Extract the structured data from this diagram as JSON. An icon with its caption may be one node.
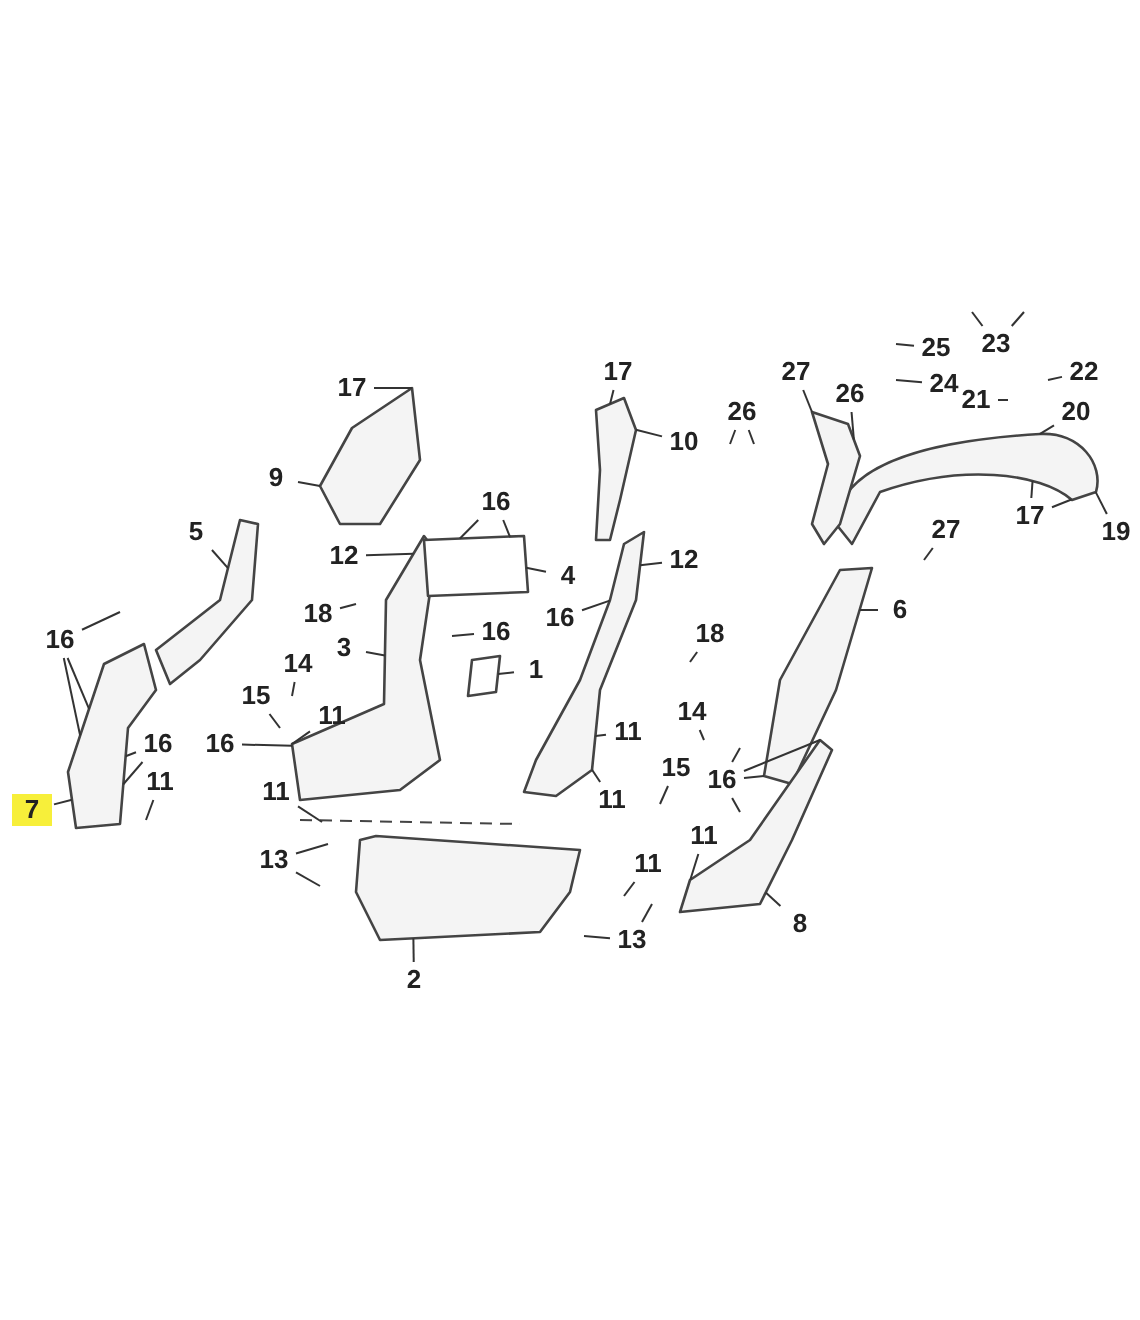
{
  "diagram": {
    "nodes": [
      {
        "text": [
          "17"
        ]
      },
      {
        "text": [
          "9"
        ]
      },
      {
        "text": [
          "17"
        ]
      },
      {
        "text": [
          "10"
        ]
      },
      {
        "text": [
          "26"
        ]
      },
      {
        "text": [
          "27"
        ]
      },
      {
        "text": [
          "25"
        ]
      },
      {
        "text": [
          "24"
        ]
      },
      {
        "text": [
          "23"
        ]
      },
      {
        "text": [
          "22"
        ]
      },
      {
        "text": [
          "21"
        ]
      },
      {
        "text": [
          "20"
        ]
      },
      {
        "text": [
          "26"
        ]
      },
      {
        "text": [
          "17"
        ]
      },
      {
        "text": [
          "19"
        ]
      },
      {
        "text": [
          "27"
        ]
      },
      {
        "text": [
          "16"
        ]
      },
      {
        "text": [
          "5"
        ]
      },
      {
        "text": [
          "12"
        ]
      },
      {
        "text": [
          "4"
        ]
      },
      {
        "text": [
          "12"
        ]
      },
      {
        "text": [
          "18"
        ]
      },
      {
        "text": [
          "3"
        ]
      },
      {
        "text": [
          "16"
        ]
      },
      {
        "text": [
          "16"
        ]
      },
      {
        "text": [
          "1"
        ]
      },
      {
        "text": [
          "6"
        ]
      },
      {
        "text": [
          "16"
        ]
      },
      {
        "text": [
          "18"
        ]
      },
      {
        "text": [
          "14"
        ]
      },
      {
        "text": [
          "15"
        ]
      },
      {
        "text": [
          "11"
        ]
      },
      {
        "text": [
          "14"
        ]
      },
      {
        "text": [
          "16"
        ]
      },
      {
        "text": [
          "16"
        ]
      },
      {
        "text": [
          "11"
        ]
      },
      {
        "text": [
          "7"
        ]
      },
      {
        "text": [
          "11"
        ]
      },
      {
        "text": [
          "15"
        ]
      },
      {
        "text": [
          "16"
        ]
      },
      {
        "text": [
          "11"
        ]
      },
      {
        "text": [
          "11"
        ]
      },
      {
        "text": [
          "11"
        ]
      },
      {
        "text": [
          "11"
        ]
      },
      {
        "text": [
          "13"
        ]
      },
      {
        "text": [
          "2"
        ]
      },
      {
        "text": [
          "13"
        ]
      },
      {
        "text": [
          "8"
        ]
      },
      {
        "text": [],
        "shape": "picture"
      },
      {
        "text": [],
        "shape": "picture"
      },
      {
        "text": [],
        "shape": "picture"
      },
      {
        "text": [],
        "shape": "picture"
      },
      {
        "text": [],
        "shape": "picture"
      },
      {
        "text": [],
        "shape": "picture"
      },
      {
        "text": [],
        "shape": "picture"
      },
      {
        "text": [],
        "shape": "picture"
      },
      {
        "text": [],
        "shape": "box"
      },
      {
        "text": [],
        "shape": "box"
      },
      {
        "text": [],
        "shape": "picture"
      },
      {
        "text": [],
        "shape": "picture"
      },
      {
        "text": [],
        "shape": "picture"
      }
    ],
    "edges": [
      {
        "from": 0,
        "to": 48,
        "arrow": "none"
      },
      {
        "from": 1,
        "to": 48,
        "arrow": "none"
      },
      {
        "from": 2,
        "to": 49,
        "arrow": "none"
      },
      {
        "from": 3,
        "to": 49,
        "arrow": "none"
      },
      {
        "from": 4,
        "to": null,
        "arrow": "none"
      },
      {
        "from": 4,
        "to": null,
        "arrow": "none"
      },
      {
        "from": 5,
        "to": 51,
        "arrow": "none"
      },
      {
        "from": 6,
        "to": null,
        "arrow": "none"
      },
      {
        "from": 7,
        "to": null,
        "arrow": "none"
      },
      {
        "from": 8,
        "to": null,
        "arrow": "none"
      },
      {
        "from": 8,
        "to": null,
        "arrow": "none"
      },
      {
        "from": 9,
        "to": null,
        "arrow": "none"
      },
      {
        "from": 10,
        "to": null,
        "arrow": "none"
      },
      {
        "from": 11,
        "to": 50,
        "arrow": "none"
      },
      {
        "from": 12,
        "to": 51,
        "arrow": "none"
      },
      {
        "from": 13,
        "to": 50,
        "arrow": "none"
      },
      {
        "from": 13,
        "to": 50,
        "arrow": "none"
      },
      {
        "from": 14,
        "to": 50,
        "arrow": "none"
      },
      {
        "from": 15,
        "to": null,
        "arrow": "none"
      },
      {
        "from": 16,
        "to": 56,
        "arrow": "none"
      },
      {
        "from": 16,
        "to": 56,
        "arrow": "none"
      },
      {
        "from": 17,
        "to": 52,
        "arrow": "none"
      },
      {
        "from": 18,
        "to": 54,
        "arrow": "none"
      },
      {
        "from": 19,
        "to": 56,
        "arrow": "none"
      },
      {
        "from": 20,
        "to": 55,
        "arrow": "none"
      },
      {
        "from": 21,
        "to": null,
        "arrow": "none"
      },
      {
        "from": 22,
        "to": 54,
        "arrow": "none"
      },
      {
        "from": 23,
        "to": 55,
        "arrow": "none"
      },
      {
        "from": 24,
        "to": null,
        "arrow": "none"
      },
      {
        "from": 25,
        "to": 57,
        "arrow": "none"
      },
      {
        "from": 26,
        "to": 58,
        "arrow": "none"
      },
      {
        "from": 27,
        "to": null,
        "arrow": "none"
      },
      {
        "from": 27,
        "to": 53,
        "arrow": "none"
      },
      {
        "from": 27,
        "to": 53,
        "arrow": "none"
      },
      {
        "from": 28,
        "to": null,
        "arrow": "none"
      },
      {
        "from": 29,
        "to": null,
        "arrow": "none"
      },
      {
        "from": 30,
        "to": null,
        "arrow": "none"
      },
      {
        "from": 31,
        "to": 54,
        "arrow": "none"
      },
      {
        "from": 32,
        "to": null,
        "arrow": "none"
      },
      {
        "from": 33,
        "to": 54,
        "arrow": "none"
      },
      {
        "from": 34,
        "to": 53,
        "arrow": "none"
      },
      {
        "from": 34,
        "to": 53,
        "arrow": "none"
      },
      {
        "from": 35,
        "to": null,
        "arrow": "none"
      },
      {
        "from": 36,
        "to": 53,
        "arrow": "none"
      },
      {
        "from": 37,
        "to": 55,
        "arrow": "none"
      },
      {
        "from": 38,
        "to": null,
        "arrow": "none"
      },
      {
        "from": 39,
        "to": 58,
        "arrow": "none"
      },
      {
        "from": 39,
        "to": 59,
        "arrow": "none"
      },
      {
        "from": 39,
        "to": null,
        "arrow": "none"
      },
      {
        "from": 39,
        "to": null,
        "arrow": "none"
      },
      {
        "from": 40,
        "to": null,
        "arrow": "none"
      },
      {
        "from": 41,
        "to": 55,
        "arrow": "none"
      },
      {
        "from": 42,
        "to": 59,
        "arrow": "none"
      },
      {
        "from": 43,
        "to": null,
        "arrow": "none"
      },
      {
        "from": 44,
        "to": null,
        "arrow": "none"
      },
      {
        "from": 44,
        "to": null,
        "arrow": "none"
      },
      {
        "from": 45,
        "to": 60,
        "arrow": "none"
      },
      {
        "from": 46,
        "to": null,
        "arrow": "none"
      },
      {
        "from": 46,
        "to": null,
        "arrow": "none"
      },
      {
        "from": 47,
        "to": 59,
        "arrow": "none"
      }
    ]
  }
}
